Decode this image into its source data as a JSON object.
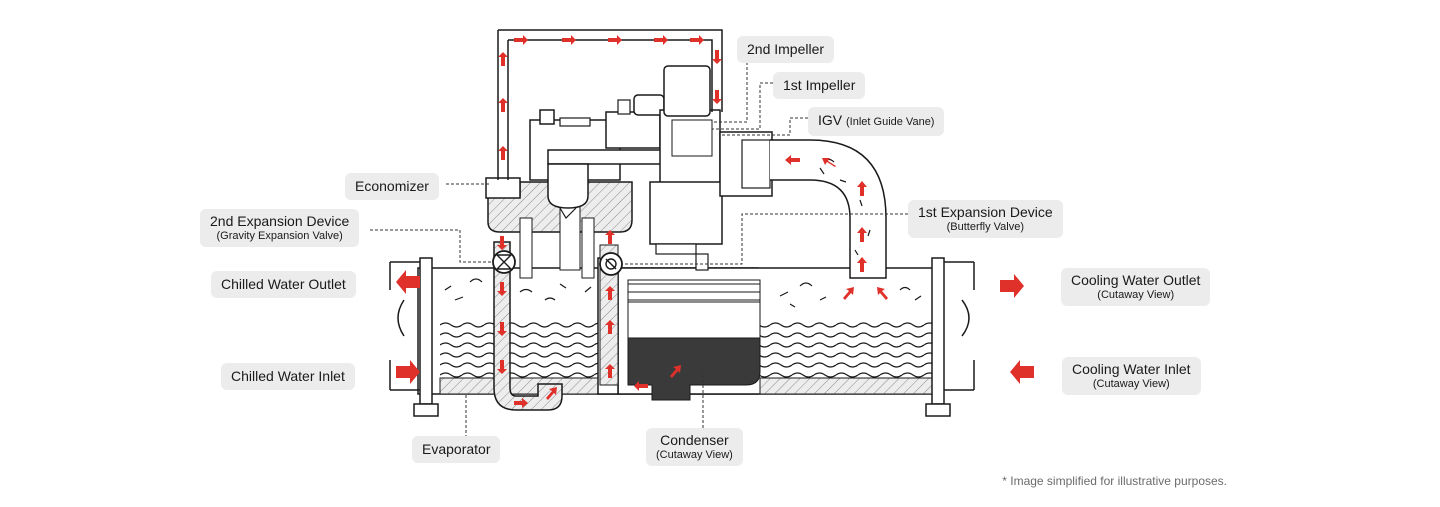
{
  "labels": {
    "second_impeller": "2nd Impeller",
    "first_impeller": "1st Impeller",
    "igv": "IGV",
    "igv_sub": "(Inlet Guide Vane)",
    "economizer": "Economizer",
    "second_expansion": "2nd Expansion Device",
    "second_expansion_sub": "(Gravity Expansion Valve)",
    "first_expansion": "1st Expansion Device",
    "first_expansion_sub": "(Butterfly Valve)",
    "chilled_outlet": "Chilled Water Outlet",
    "chilled_inlet": "Chilled Water Inlet",
    "cooling_outlet": "Cooling Water Outlet",
    "cooling_outlet_sub": "(Cutaway View)",
    "cooling_inlet": "Cooling Water Inlet",
    "cooling_inlet_sub": "(Cutaway View)",
    "evaporator": "Evaporator",
    "condenser": "Condenser",
    "condenser_sub": "(Cutaway View)"
  },
  "footnote": "* Image simplified for illustrative purposes.",
  "colors": {
    "flow_arrow": "#e0302a",
    "label_bg": "#ececec",
    "line": "#1a1a1a",
    "refrigerant_dark": "#3a3a3a"
  }
}
